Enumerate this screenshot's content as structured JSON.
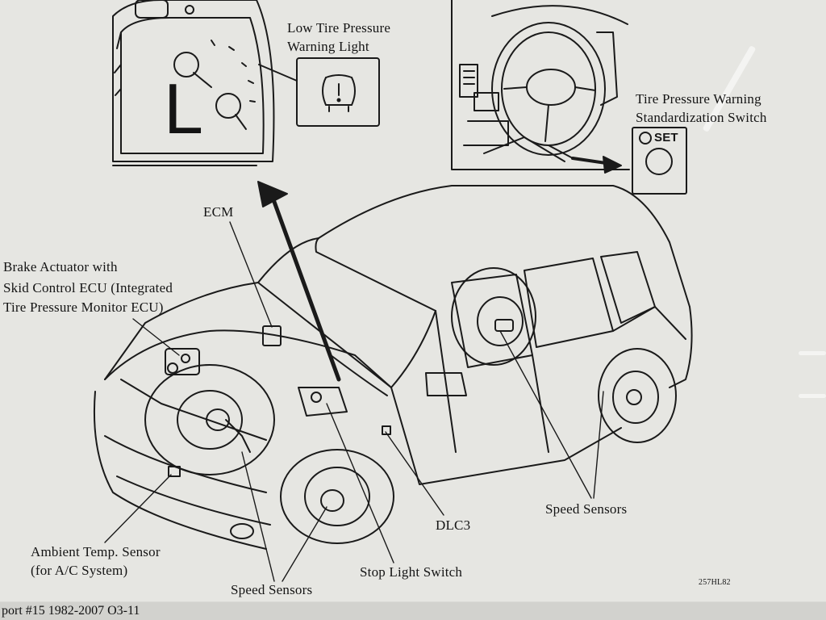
{
  "labels": {
    "low_tire_pressure_line1": "Low Tire Pressure",
    "low_tire_pressure_line2": "Warning Light",
    "tpws_switch_line1": "Tire Pressure Warning",
    "tpws_switch_line2": "Standardization Switch",
    "set_button": "SET",
    "ecm": "ECM",
    "brake_actuator_line1": "Brake Actuator with",
    "brake_actuator_line2": "Skid Control ECU (Integrated",
    "brake_actuator_line3": "Tire Pressure Monitor ECU)",
    "speed_sensors_rear": "Speed Sensors",
    "dlc3": "DLC3",
    "ambient_line1": "Ambient Temp. Sensor",
    "ambient_line2": "(for A/C System)",
    "stop_light_switch": "Stop Light Switch",
    "speed_sensors_front": "Speed Sensors",
    "figure_code": "257HL82",
    "gauge_letter": "L"
  },
  "footer": {
    "text": "port #15 1982-2007 O3-11"
  }
}
